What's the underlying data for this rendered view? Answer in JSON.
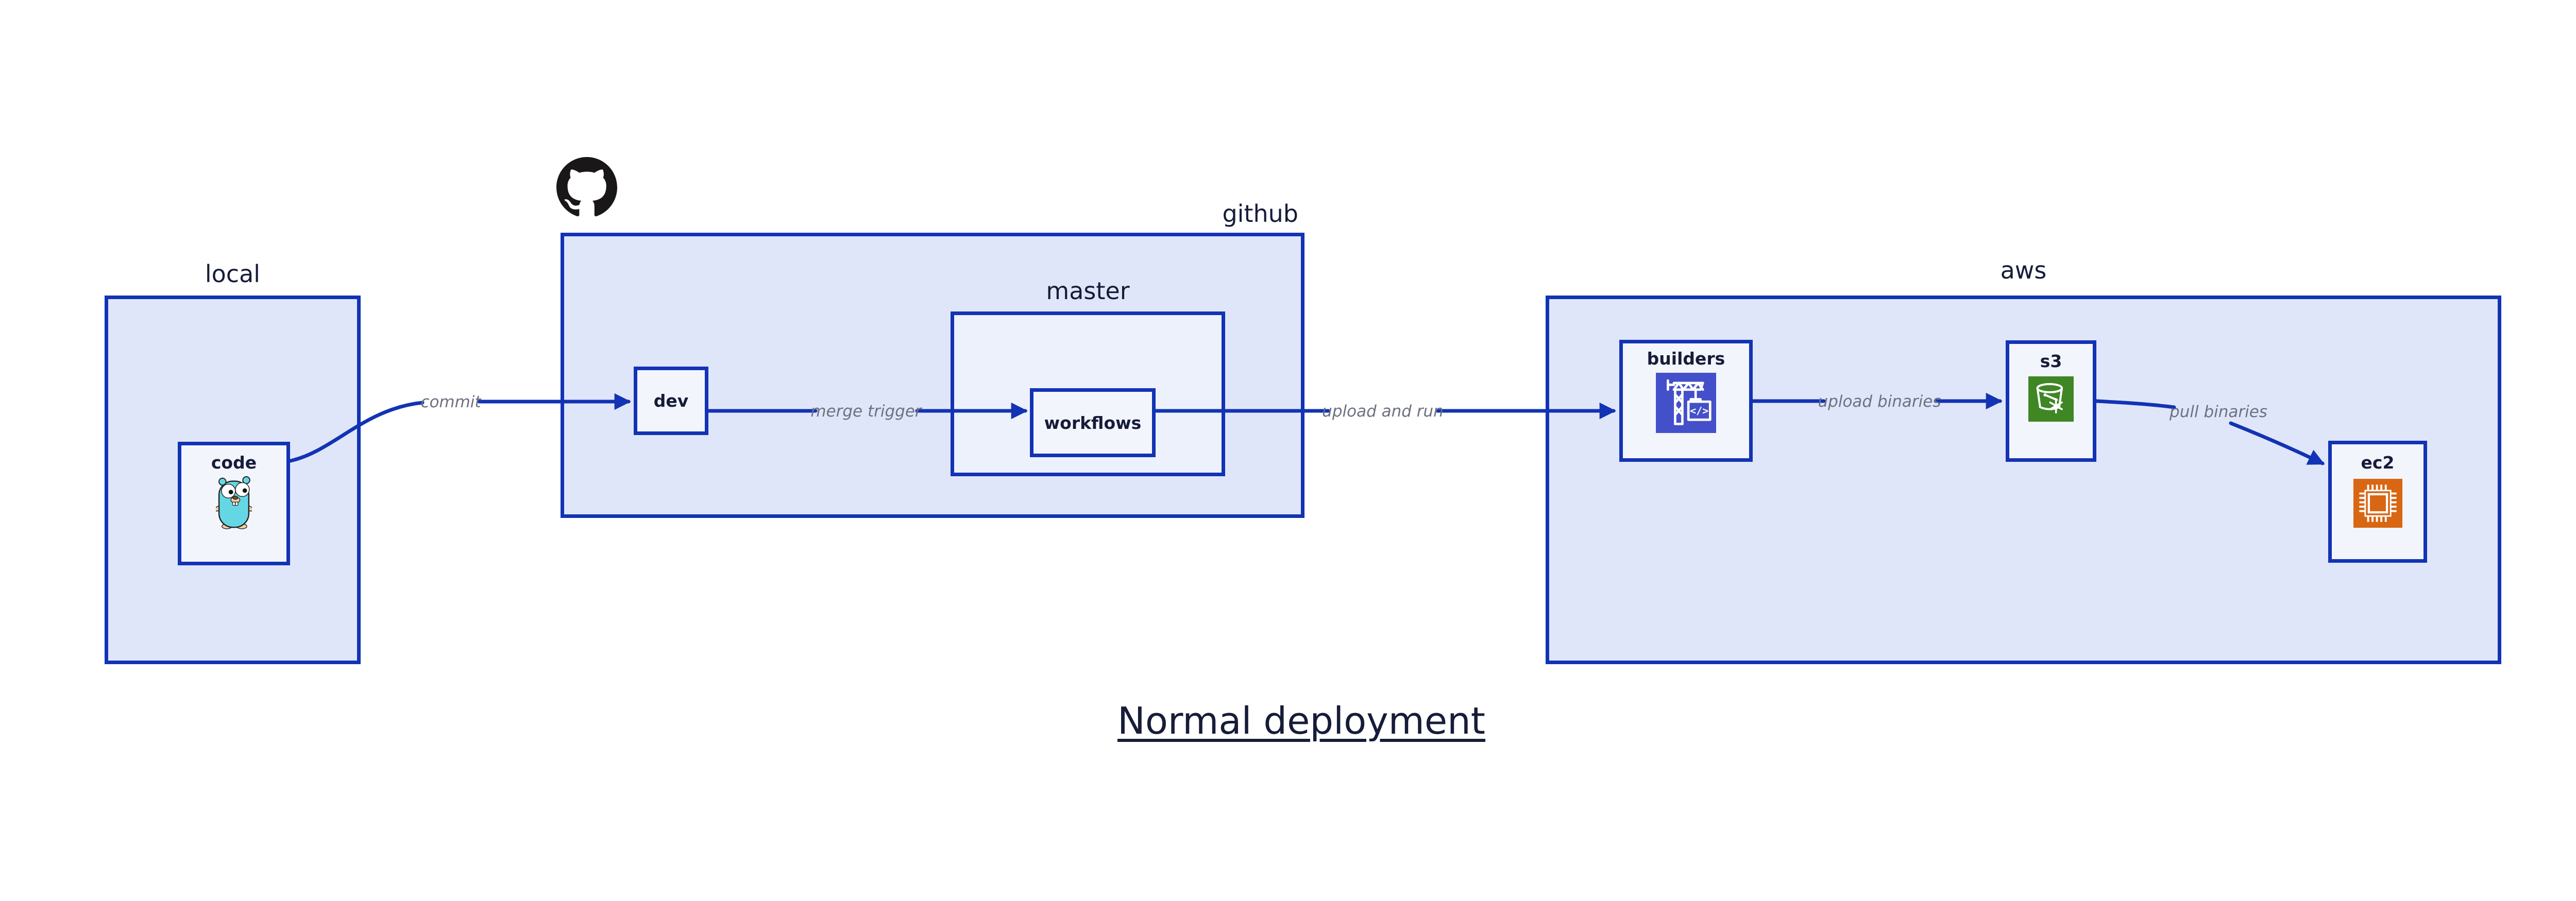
{
  "diagram": {
    "title": "Normal deployment"
  },
  "groups": {
    "local": {
      "label": "local"
    },
    "github": {
      "label": "github"
    },
    "master": {
      "label": "master"
    },
    "aws": {
      "label": "aws"
    }
  },
  "nodes": {
    "code": {
      "label": "code",
      "icon": "go-gopher"
    },
    "dev": {
      "label": "dev"
    },
    "workflows": {
      "label": "workflows"
    },
    "builders": {
      "label": "builders",
      "icon": "aws-codebuild"
    },
    "s3": {
      "label": "s3",
      "icon": "aws-s3-glacier"
    },
    "ec2": {
      "label": "ec2",
      "icon": "aws-ec2"
    }
  },
  "edges": [
    {
      "id": "commit",
      "from": "code",
      "to": "dev",
      "label": "commit"
    },
    {
      "id": "merge-trigger",
      "from": "dev",
      "to": "workflows",
      "label": "merge trigger"
    },
    {
      "id": "upload-and-run",
      "from": "workflows",
      "to": "builders",
      "label": "upload and run"
    },
    {
      "id": "upload-binaries",
      "from": "builders",
      "to": "s3",
      "label": "upload binaries"
    },
    {
      "id": "pull-binaries",
      "from": "s3",
      "to": "ec2",
      "label": "pull binaries"
    }
  ],
  "icons": {
    "codebuild_glyph": "</>"
  },
  "colors": {
    "canvas_bg": "#ffffff",
    "group_fill": "#e0e6fa",
    "subgroup_fill": "#edf1fc",
    "node_fill": "#f3f5fd",
    "stroke_blue": "#1233b4",
    "label_dark": "#161c38",
    "edge_label_gray": "#6d7180",
    "codebuild_bg": "#4450c9",
    "s3_glacier_bg": "#3f8624",
    "ec2_bg": "#d86613",
    "github_black": "#191717",
    "gopher_body": "#65d7e4"
  }
}
